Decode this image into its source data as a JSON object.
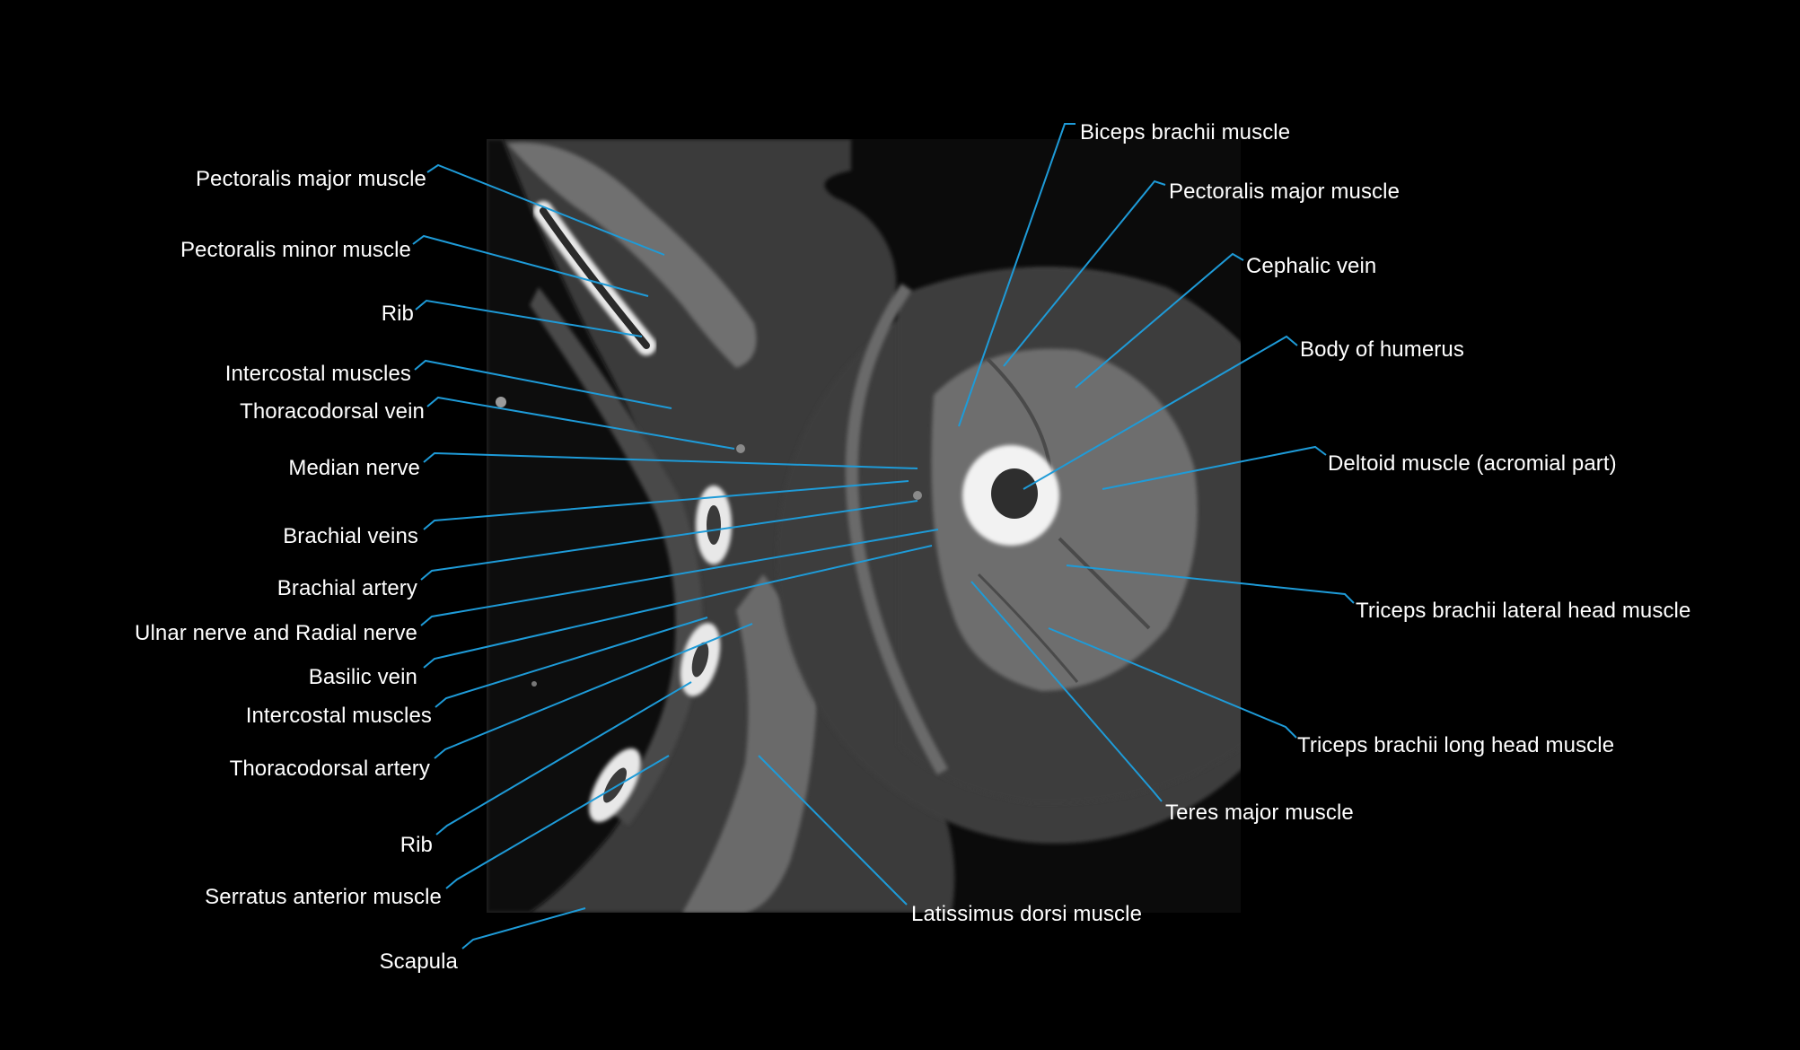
{
  "colors": {
    "background": "#000000",
    "leader_line": "#1e9bd8",
    "label_text": "#ffffff"
  },
  "labels": {
    "pectoralis_major_left": "Pectoralis major muscle",
    "pectoralis_minor": "Pectoralis minor muscle",
    "rib_upper": "Rib",
    "intercostal_upper": "Intercostal muscles",
    "thoracodorsal_vein": "Thoracodorsal vein",
    "median_nerve": "Median nerve",
    "brachial_veins": "Brachial veins",
    "brachial_artery": "Brachial artery",
    "ulnar_radial_nerve": "Ulnar nerve and Radial nerve",
    "basilic_vein": "Basilic vein",
    "intercostal_lower": "Intercostal muscles",
    "thoracodorsal_artery": "Thoracodorsal artery",
    "rib_lower": "Rib",
    "serratus_anterior": "Serratus anterior muscle",
    "scapula": "Scapula",
    "biceps_brachii": "Biceps brachii muscle",
    "pectoralis_major_right": "Pectoralis major muscle",
    "cephalic_vein": "Cephalic vein",
    "body_of_humerus": "Body of humerus",
    "deltoid": "Deltoid muscle (acromial part)",
    "triceps_lateral": "Triceps brachii lateral head muscle",
    "triceps_long": "Triceps brachii long head muscle",
    "teres_major": "Teres major muscle",
    "latissimus_dorsi": "Latissimus dorsi muscle"
  }
}
